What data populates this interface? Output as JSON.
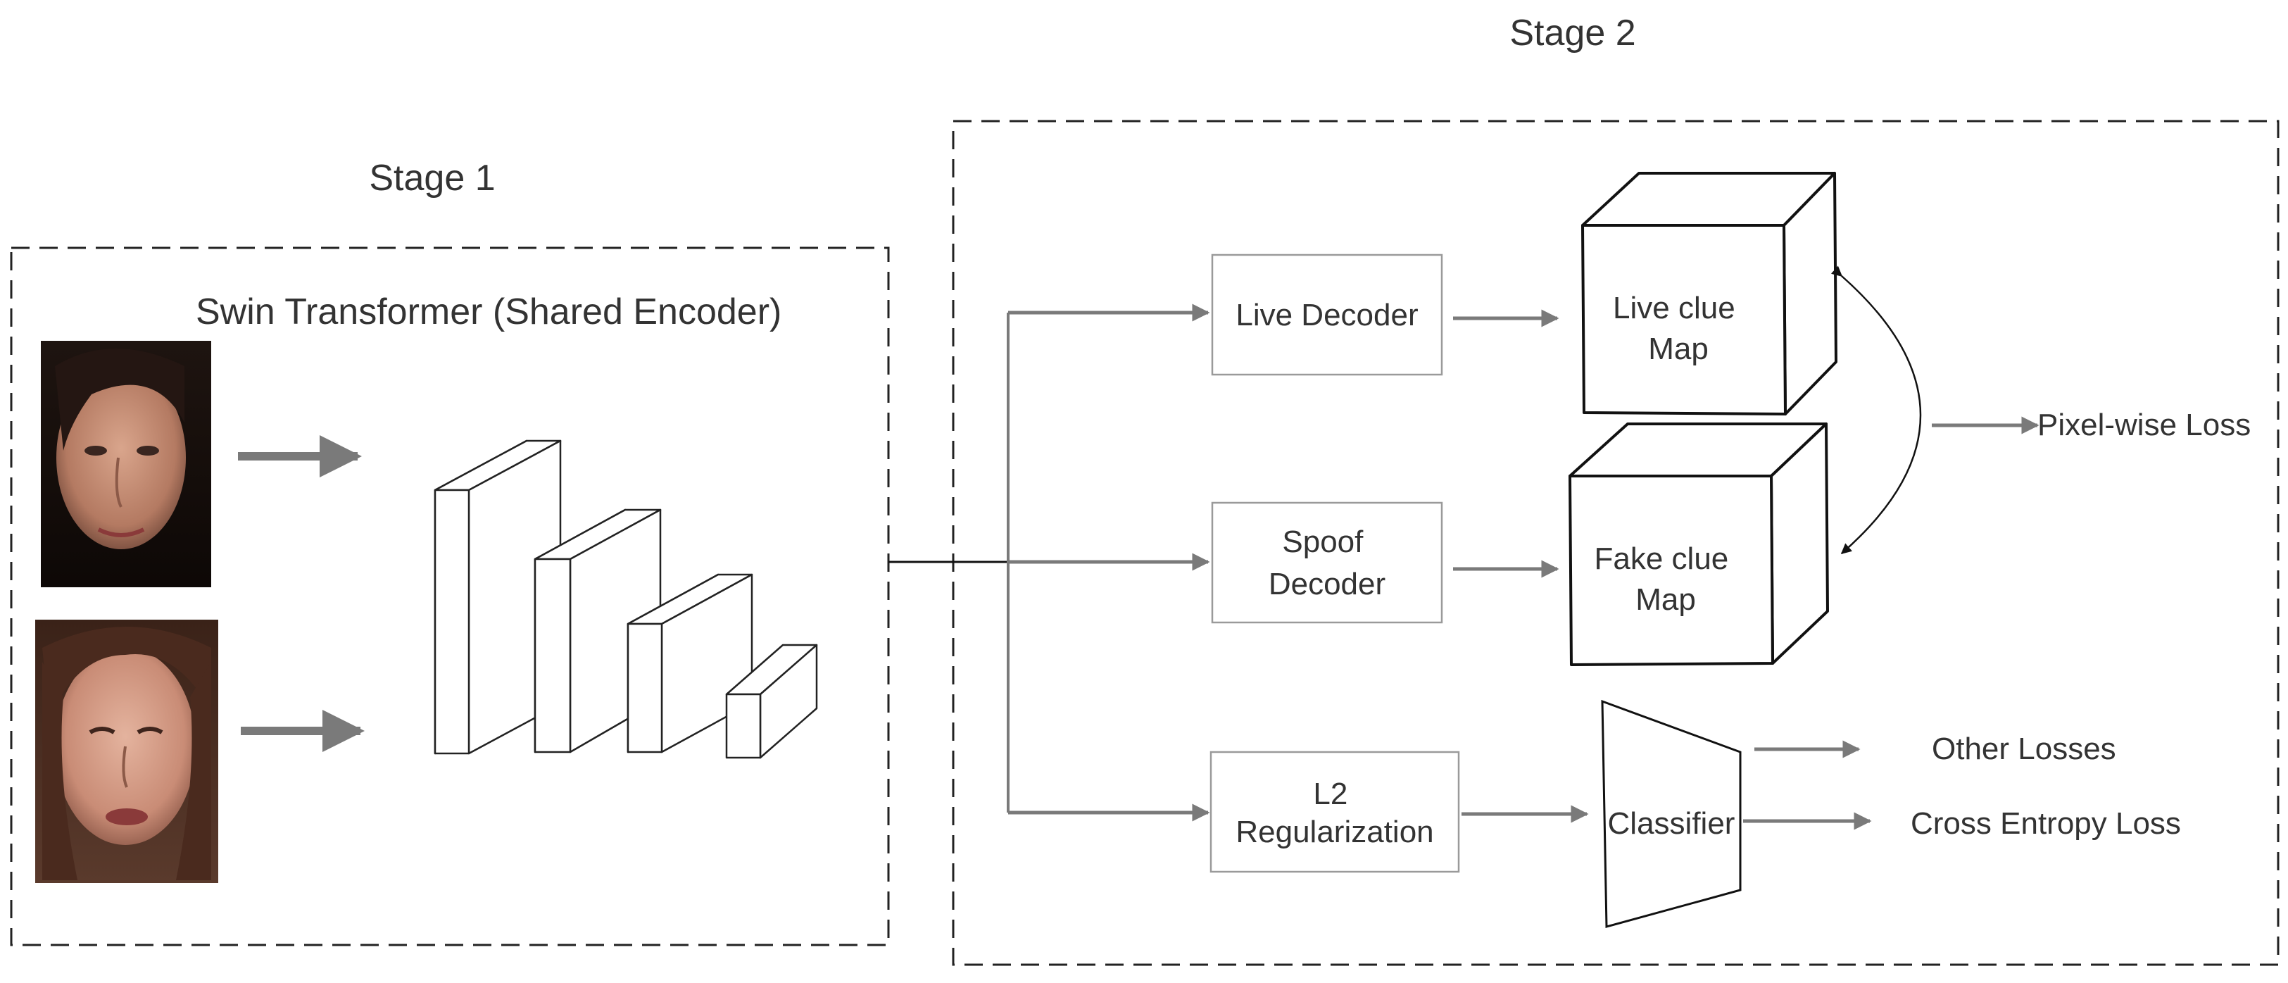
{
  "stage1": {
    "title": "Stage 1",
    "encoder_title": "Swin Transformer (Shared Encoder)"
  },
  "stage2": {
    "title": "Stage 2"
  },
  "boxes": {
    "live_decoder": [
      "Live Decoder"
    ],
    "spoof_decoder": [
      "Spoof",
      "Decoder"
    ],
    "l2": [
      "L2",
      "Regularization"
    ],
    "classifier": "Classifier"
  },
  "maps": {
    "live": [
      "Live clue",
      "Map"
    ],
    "fake": [
      "Fake clue",
      "Map"
    ]
  },
  "losses": {
    "pixel": "Pixel-wise Loss",
    "other": "Other Losses",
    "ce": "Cross Entropy Loss"
  },
  "colors": {
    "arrow": "#7a7a7a",
    "border": "#222222",
    "text": "#333333"
  }
}
